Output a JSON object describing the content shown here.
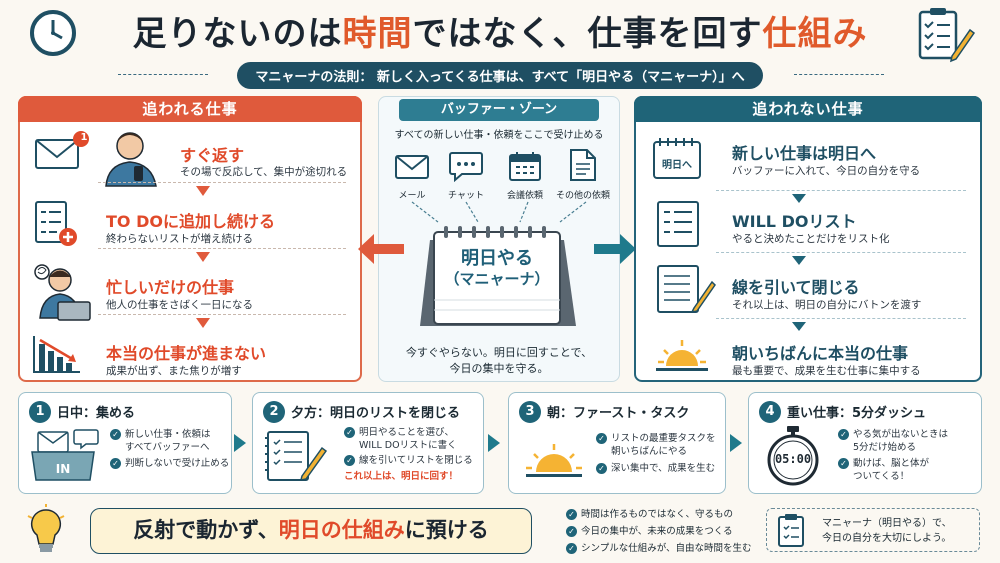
{
  "title": {
    "part1": "足りないのは",
    "part2": "時間",
    "part3": "ではなく、仕事を回す",
    "part4": "仕組み"
  },
  "rule": "マニャーナの法則： 新しく入ってくる仕事は、すべて「明日やる（マニャーナ）」へ",
  "left": {
    "header": "追われる仕事",
    "badge": "1",
    "items": [
      {
        "title": "すぐ返す",
        "desc": "その場で反応して、集中が途切れる"
      },
      {
        "title": "TO DOに追加し続ける",
        "desc": "終わらないリストが増え続ける"
      },
      {
        "title": "忙しいだけの仕事",
        "desc": "他人の仕事をさばく一日になる"
      },
      {
        "title": "本当の仕事が進まない",
        "desc": "成果が出ず、また焦りが増す"
      }
    ]
  },
  "center": {
    "header": "バッファー・ゾーン",
    "sub": "すべての新しい仕事・依頼をここで受け止める",
    "sources": [
      "メール",
      "チャット",
      "会議依頼",
      "その他の依頼"
    ],
    "calendar_line1": "明日やる",
    "calendar_line2": "（マニャーナ）",
    "bottom1": "今すぐやらない。明日に回すことで、",
    "bottom2": "今日の集中を守る。"
  },
  "right": {
    "header": "追われない仕事",
    "cal_label": "明日へ",
    "items": [
      {
        "title": "新しい仕事は明日へ",
        "desc": "バッファーに入れて、今日の自分を守る"
      },
      {
        "title": "WILL DOリスト",
        "desc": "やると決めたことだけをリスト化"
      },
      {
        "title": "線を引いて閉じる",
        "desc": "それ以上は、明日の自分にバトンを渡す"
      },
      {
        "title": "朝いちばんに本当の仕事",
        "desc": "最も重要で、成果を生む仕事に集中する"
      }
    ]
  },
  "steps": [
    {
      "num": "1",
      "title": "日中：集める",
      "icon_label": "IN",
      "bullets": [
        "新しい仕事・依頼は",
        "すべてバッファーへ",
        "判断しないで受け止める"
      ]
    },
    {
      "num": "2",
      "title": "夕方：明日のリストを閉じる",
      "bullets": [
        "明日やることを選び、",
        "WILL DOリストに書く",
        "線を引いてリストを閉じる"
      ],
      "note": "これ以上は、明日に回す！"
    },
    {
      "num": "3",
      "title": "朝：ファースト・タスク",
      "bullets": [
        "リストの最重要タスクを",
        "朝いちばんにやる",
        "深い集中で、成果を生む"
      ]
    },
    {
      "num": "4",
      "title": "重い仕事：5分ダッシュ",
      "timer": "05:00",
      "bullets": [
        "やる気が出ないときは",
        "5分だけ始める",
        "動けば、脳と体が",
        "ついてくる！"
      ]
    }
  ],
  "bottom": {
    "slogan1": "反射で動かず、",
    "slogan2": "明日の仕組み",
    "slogan3": "に預ける",
    "points": [
      "時間は作るものではなく、守るもの",
      "今日の集中が、未来の成果をつくる",
      "シンプルな仕組みが、自由な時間を生む"
    ],
    "note1": "マニャーナ（明日やる）で、",
    "note2": "今日の自分を大切にしよう。"
  },
  "colors": {
    "red": "#e04a2a",
    "navy": "#1f6478",
    "bg": "#fbf8f2"
  }
}
